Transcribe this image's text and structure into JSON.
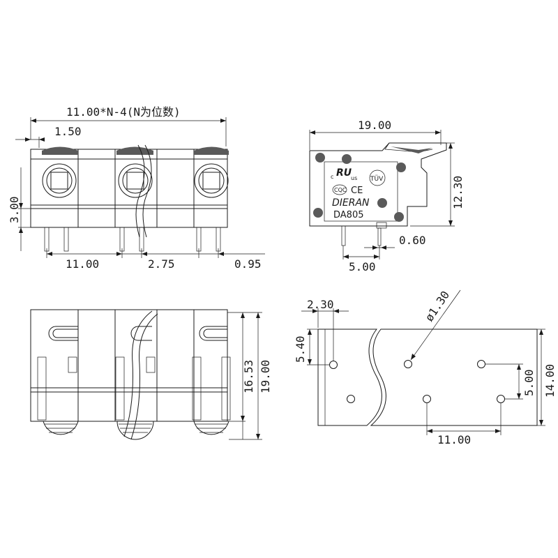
{
  "front_view": {
    "pitch_formula": "11.00*N-4(N为位数)",
    "dim_left_offset": "1.50",
    "dim_height": "3.00",
    "dim_pitch": "11.00",
    "dim_pin_spacing": "2.75",
    "dim_pin_width": "0.95"
  },
  "side_view": {
    "dim_width": "19.00",
    "dim_height": "12.30",
    "dim_pin": "0.60",
    "dim_pin_offset": "5.00",
    "brand": "DIERAN",
    "model": "DA805",
    "cert_ul_c": "c",
    "cert_ul_us": "us",
    "cert_tuv": "TÜV",
    "cert_ccc": "CQC",
    "cert_ce": "CE"
  },
  "top_view": {
    "dim_inner_height": "16.53",
    "dim_total_height": "19.00"
  },
  "pcb_view": {
    "dim_edge": "2.30",
    "dim_hole_dia": "ø1.30",
    "dim_row_offset": "5.40",
    "dim_row_spacing": "5.00",
    "dim_width": "14.00",
    "dim_pitch": "11.00"
  }
}
